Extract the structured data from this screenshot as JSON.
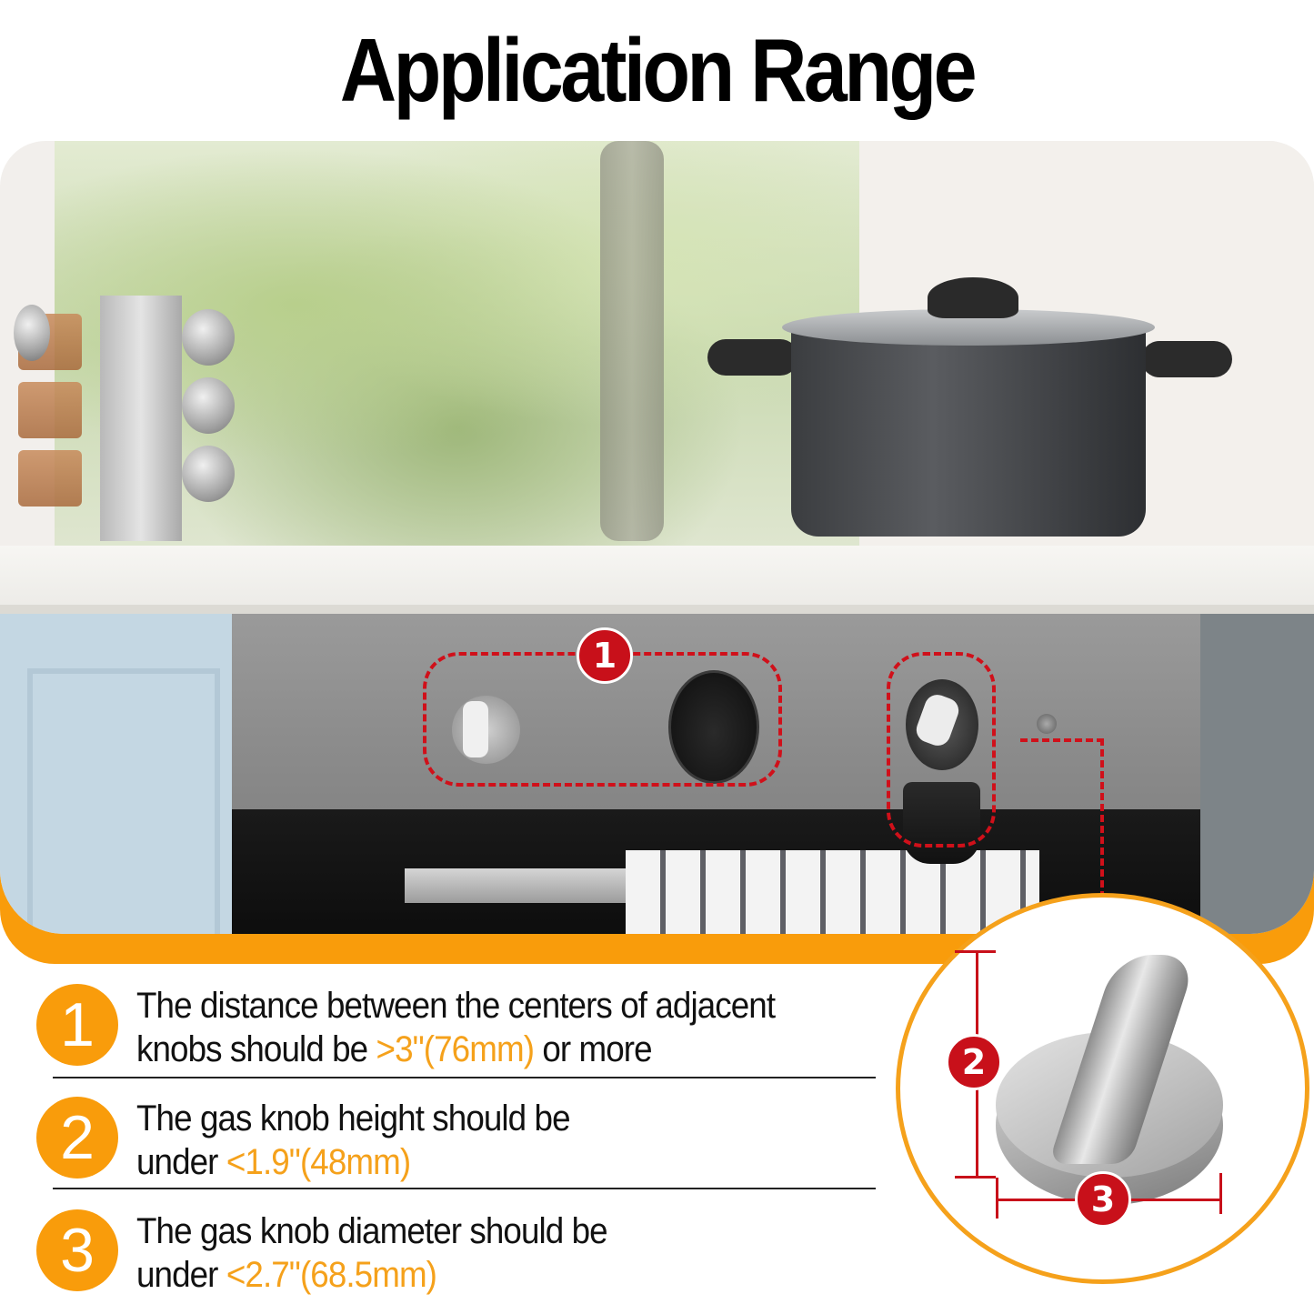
{
  "title": "Application Range",
  "colors": {
    "accent_orange": "#f99c0b",
    "highlight_orange": "#f5a11b",
    "annotation_red": "#c8101a",
    "text": "#111111"
  },
  "annotations": {
    "badge_1": "1",
    "badge_2": "2",
    "badge_3": "3"
  },
  "specs": [
    {
      "number": "1",
      "line1": "The distance between the centers of adjacent",
      "line2_prefix": "knobs should be ",
      "line2_highlight": ">3\"(76mm)",
      "line2_suffix": " or more"
    },
    {
      "number": "2",
      "line1": "The gas knob height should be",
      "line2_prefix": "under ",
      "line2_highlight": "<1.9\"(48mm)",
      "line2_suffix": ""
    },
    {
      "number": "3",
      "line1": "The gas knob diameter should be",
      "line2_prefix": "under ",
      "line2_highlight": "<2.7\"(68.5mm)",
      "line2_suffix": ""
    }
  ]
}
